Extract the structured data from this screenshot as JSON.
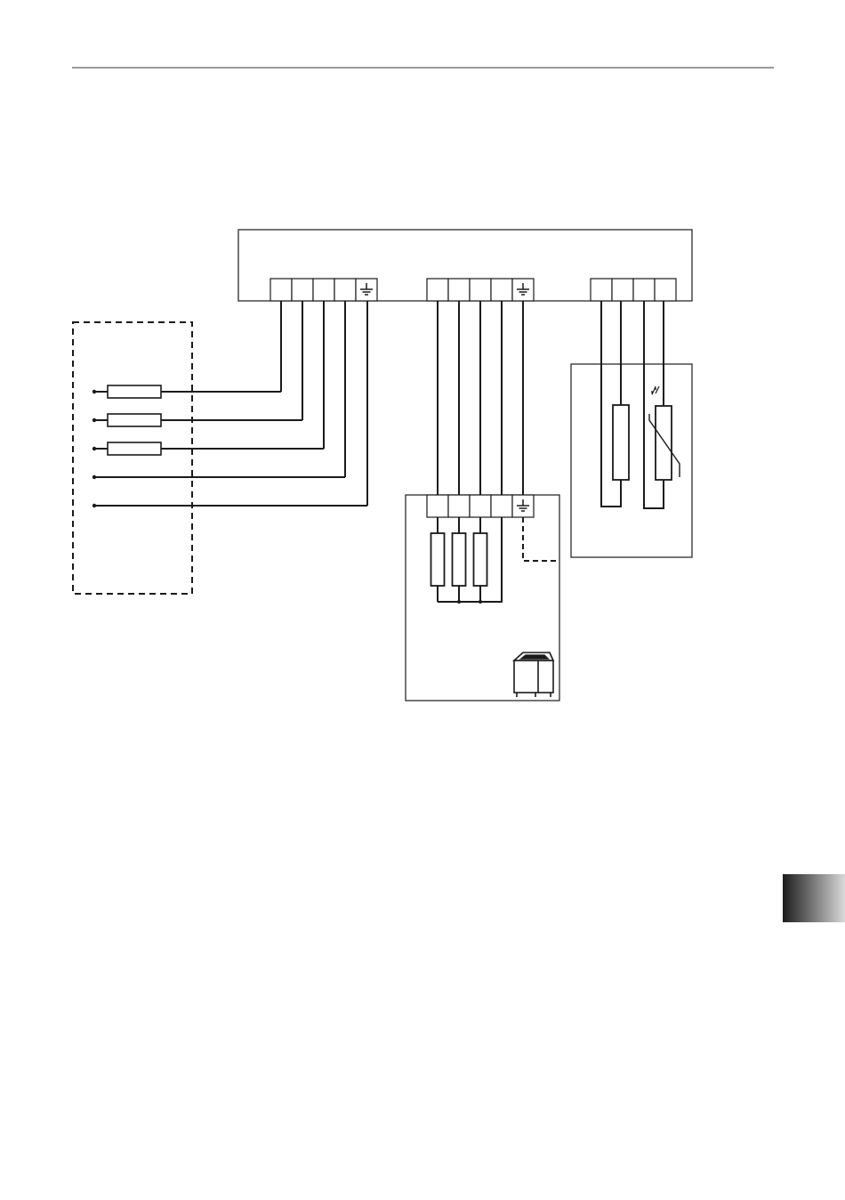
{
  "colors": {
    "line": "#1a1a1a",
    "header_rule": "#9a9a9a",
    "background": "#ffffff",
    "tab_dark": "#1c1c1c",
    "tab_light": "#d9d9d9"
  },
  "diagram": {
    "control_unit": {
      "terminal_blocks": [
        {
          "name": "supply-terminal-block",
          "terminals": 5,
          "earth_last": true
        },
        {
          "name": "heater-terminal-block",
          "terminals": 5,
          "earth_last": true
        },
        {
          "name": "sensor-terminal-block",
          "terminals": 4,
          "earth_last": false
        }
      ]
    },
    "supply_panel": {
      "fused_lines": 3,
      "unfused_lines": 2
    },
    "heater_unit": {
      "terminals": 5,
      "earth_last": true,
      "heating_elements": 3,
      "icon": "sauna-heater-icon"
    },
    "sensor_unit": {
      "elements": [
        "temperature-sensor",
        "ntc-thermistor"
      ],
      "icon": "thermistor-symbol"
    }
  }
}
